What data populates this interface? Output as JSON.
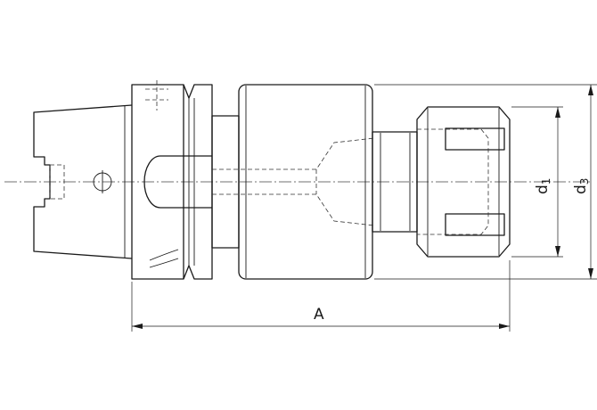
{
  "labels": {
    "length": "A",
    "collet_diameter": "d",
    "collet_diameter_sub": "1",
    "nut_diameter": "d",
    "nut_diameter_sub": "3"
  }
}
